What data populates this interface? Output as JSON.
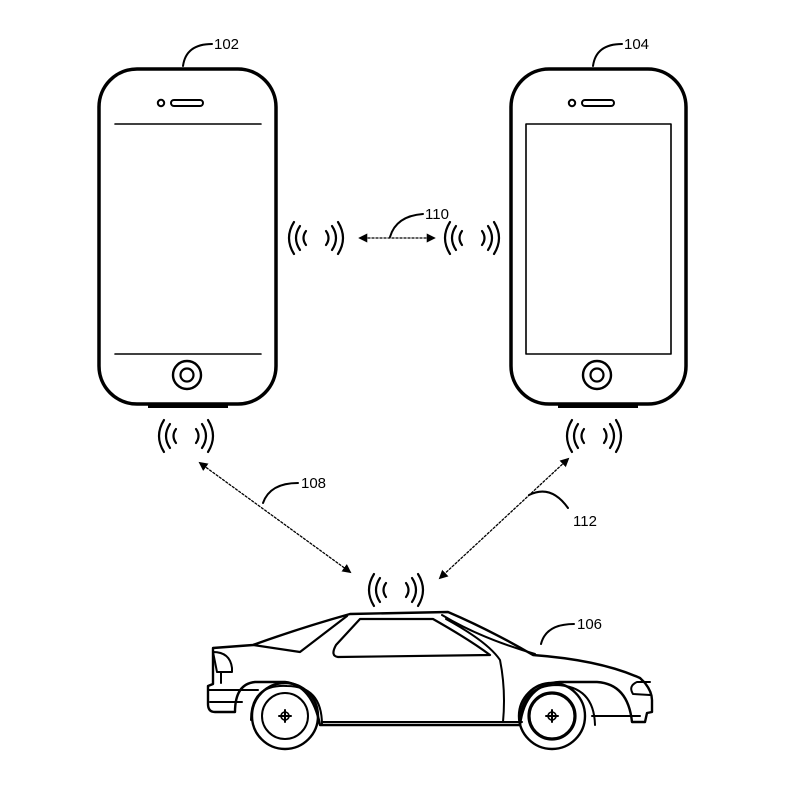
{
  "figure": {
    "type": "patent-diagram",
    "stroke_color": "#000000",
    "background": "#ffffff"
  },
  "devices": [
    {
      "id": "phone-1",
      "kind": "mobile-phone",
      "ref": "102",
      "screen_style": "lines"
    },
    {
      "id": "phone-2",
      "kind": "mobile-phone",
      "ref": "104",
      "screen_style": "box"
    },
    {
      "id": "vehicle",
      "kind": "car",
      "ref": "106"
    }
  ],
  "links": [
    {
      "id": "phone1-vehicle",
      "ref": "108",
      "from": "phone-1",
      "to": "vehicle",
      "style": "dotted-double-arrow"
    },
    {
      "id": "phone1-phone2",
      "ref": "110",
      "from": "phone-1",
      "to": "phone-2",
      "style": "dotted-double-arrow"
    },
    {
      "id": "phone2-vehicle",
      "ref": "112",
      "from": "phone-2",
      "to": "vehicle",
      "style": "dotted-double-arrow"
    }
  ],
  "icons": [
    "wireless-signal-icon"
  ]
}
